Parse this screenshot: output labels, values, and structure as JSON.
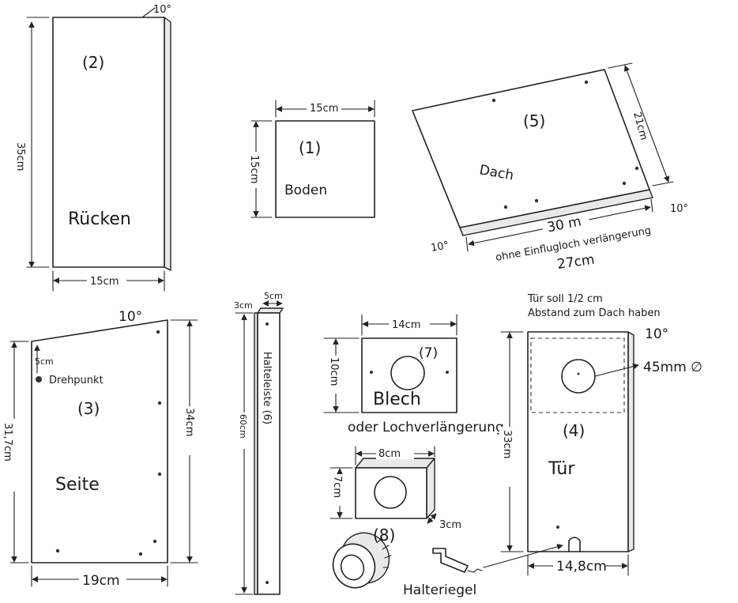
{
  "parts": {
    "rueckwand": {
      "number": "(2)",
      "name": "Rücken",
      "height": "35cm",
      "width": "15cm",
      "angle": "10°"
    },
    "boden": {
      "number": "(1)",
      "name": "Boden",
      "width": "15cm",
      "depth": "15cm"
    },
    "dach": {
      "number": "(5)",
      "name": "Dach",
      "width": "30 m",
      "depth": "21cm",
      "angle_left": "10°",
      "angle_right": "10°",
      "note": "ohne Einflugloch verlängerung",
      "alt_width": "27cm"
    },
    "seite": {
      "number": "(3)",
      "name": "Seite",
      "front_height": "31,7cm",
      "back_height": "34cm",
      "width": "19cm",
      "angle": "10°",
      "pivot_offset": "5cm",
      "pivot_label": "Drehpunkt"
    },
    "halteleiste": {
      "label": "Halteleiste (6)",
      "length": "60cm",
      "depth": "3cm",
      "width": "5cm"
    },
    "blech": {
      "number": "(7)",
      "name": "Blech",
      "width": "14cm",
      "height": "10cm",
      "alt_label": "oder Lochverlängerung"
    },
    "lochverlaengerung": {
      "number": "(8)",
      "width": "8cm",
      "height": "7cm",
      "depth": "3cm"
    },
    "tuer": {
      "number": "(4)",
      "name": "Tür",
      "height": "33cm",
      "width": "14,8cm",
      "angle": "10°",
      "hole": "45mm ∅",
      "note_line1": "Tür soll 1/2 cm",
      "note_line2": "Abstand zum Dach haben"
    },
    "halteriegel": {
      "label": "Halteriegel"
    }
  }
}
